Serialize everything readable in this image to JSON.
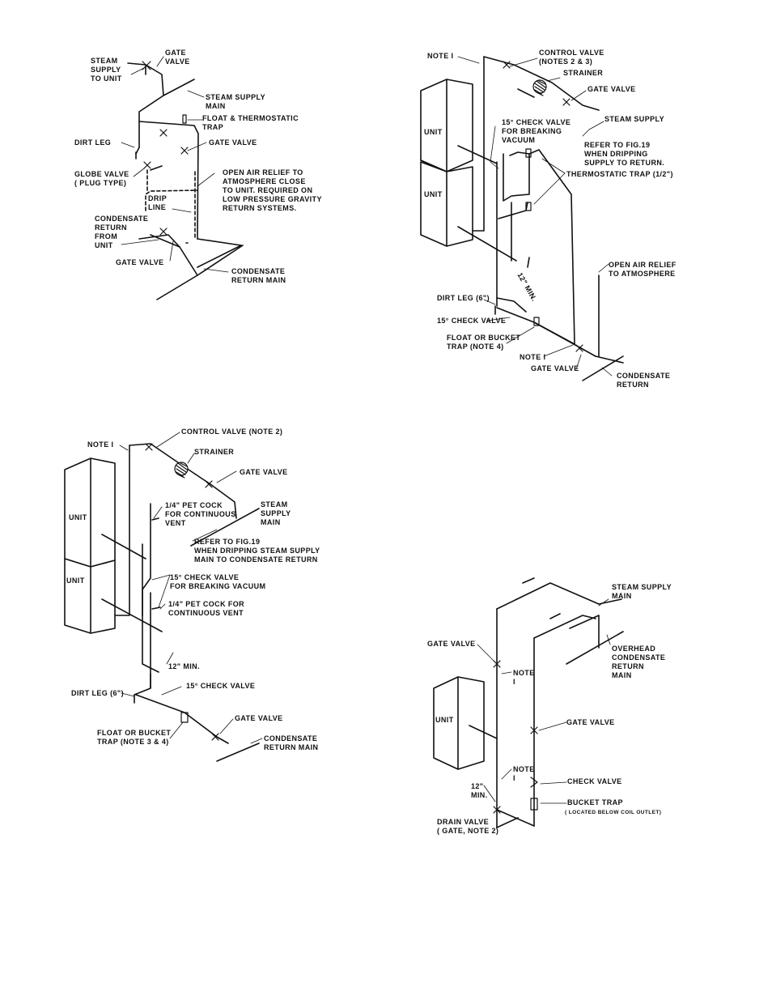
{
  "diagrams": {
    "top_left": {
      "steam_supply_to_unit": "STEAM\nSUPPLY\nTO UNIT",
      "gate_valve_top": "GATE\nVALVE",
      "steam_supply_main": "STEAM SUPPLY\nMAIN",
      "float_thermostatic_trap": "FLOAT & THERMOSTATIC\nTRAP",
      "dirt_leg": "DIRT LEG",
      "gate_valve_mid": "GATE VALVE",
      "globe_valve": "GLOBE VALVE\n( PLUG TYPE)",
      "open_air_relief": "OPEN AIR RELIEF TO\nATMOSPHERE CLOSE\nTO UNIT. REQUIRED ON\nLOW PRESSURE GRAVITY\nRETURN SYSTEMS.",
      "drip_line": "DRIP\nLINE",
      "condensate_return_from_unit": "CONDENSATE\nRETURN\nFROM\nUNIT",
      "gate_valve_bottom": "GATE VALVE",
      "condensate_return_main": "CONDENSATE\nRETURN MAIN"
    },
    "top_right": {
      "note1_top": "NOTE I",
      "control_valve": "CONTROL VALVE\n(NOTES 2 & 3)",
      "strainer": "STRAINER",
      "gate_valve": "GATE VALVE",
      "steam_supply": "STEAM SUPPLY",
      "refer_fig19": "REFER TO FIG.19\nWHEN DRIPPING\nSUPPLY TO RETURN.",
      "check_valve_15": "15° CHECK VALVE\nFOR BREAKING\nVACUUM",
      "thermostatic_trap": "THERMOSTATIC TRAP (1/2\")",
      "unit_upper": "UNIT",
      "unit_lower": "UNIT",
      "twelve_min": "12\" MIN.",
      "open_air_relief": "OPEN AIR RELIEF\nTO ATMOSPHERE",
      "dirt_leg": "DIRT LEG (6\")",
      "check_valve_15_lower": "15° CHECK VALVE",
      "float_bucket_trap": "FLOAT OR BUCKET\nTRAP (NOTE 4)",
      "note1_bottom": "NOTE I",
      "gate_valve_bottom": "GATE VALVE",
      "condensate_return": "CONDENSATE\nRETURN"
    },
    "bottom_left": {
      "note1": "NOTE I",
      "control_valve": "CONTROL VALVE (NOTE 2)",
      "strainer": "STRAINER",
      "gate_valve_top": "GATE VALVE",
      "unit_upper": "UNIT",
      "unit_lower": "UNIT",
      "pet_cock_upper": "1/4\" PET COCK\nFOR CONTINUOUS\nVENT",
      "steam_supply_main": "STEAM\nSUPPLY\nMAIN",
      "refer_fig19": "REFER TO FIG.19\nWHEN DRIPPING STEAM SUPPLY\nMAIN TO CONDENSATE RETURN",
      "check_valve_15": "15° CHECK VALVE\nFOR BREAKING VACUUM",
      "pet_cock_lower": "1/4\" PET COCK FOR\nCONTINUOUS VENT",
      "twelve_min": "12\" MIN.",
      "dirt_leg": "DIRT LEG (6\")",
      "check_valve_15_lower": "15° CHECK VALVE",
      "gate_valve_bottom": "GATE VALVE",
      "float_bucket_trap": "FLOAT OR BUCKET\nTRAP (NOTE 3 & 4)",
      "condensate_return_main": "CONDENSATE\nRETURN MAIN"
    },
    "bottom_right": {
      "steam_supply_main": "STEAM SUPPLY\nMAIN",
      "gate_valve_top": "GATE VALVE",
      "note1_top": "NOTE\nI",
      "overhead_condensate": "OVERHEAD\nCONDENSATE\nRETURN\nMAIN",
      "unit": "UNIT",
      "gate_valve_mid": "GATE VALVE",
      "note1_bottom": "NOTE\nI",
      "twelve_min": "12\"\nMIN.",
      "check_valve": "CHECK VALVE",
      "bucket_trap": "BUCKET TRAP",
      "bucket_trap_note": "( LOCATED BELOW COIL OUTLET)",
      "drain_valve": "DRAIN VALVE\n( GATE, NOTE 2)"
    }
  }
}
